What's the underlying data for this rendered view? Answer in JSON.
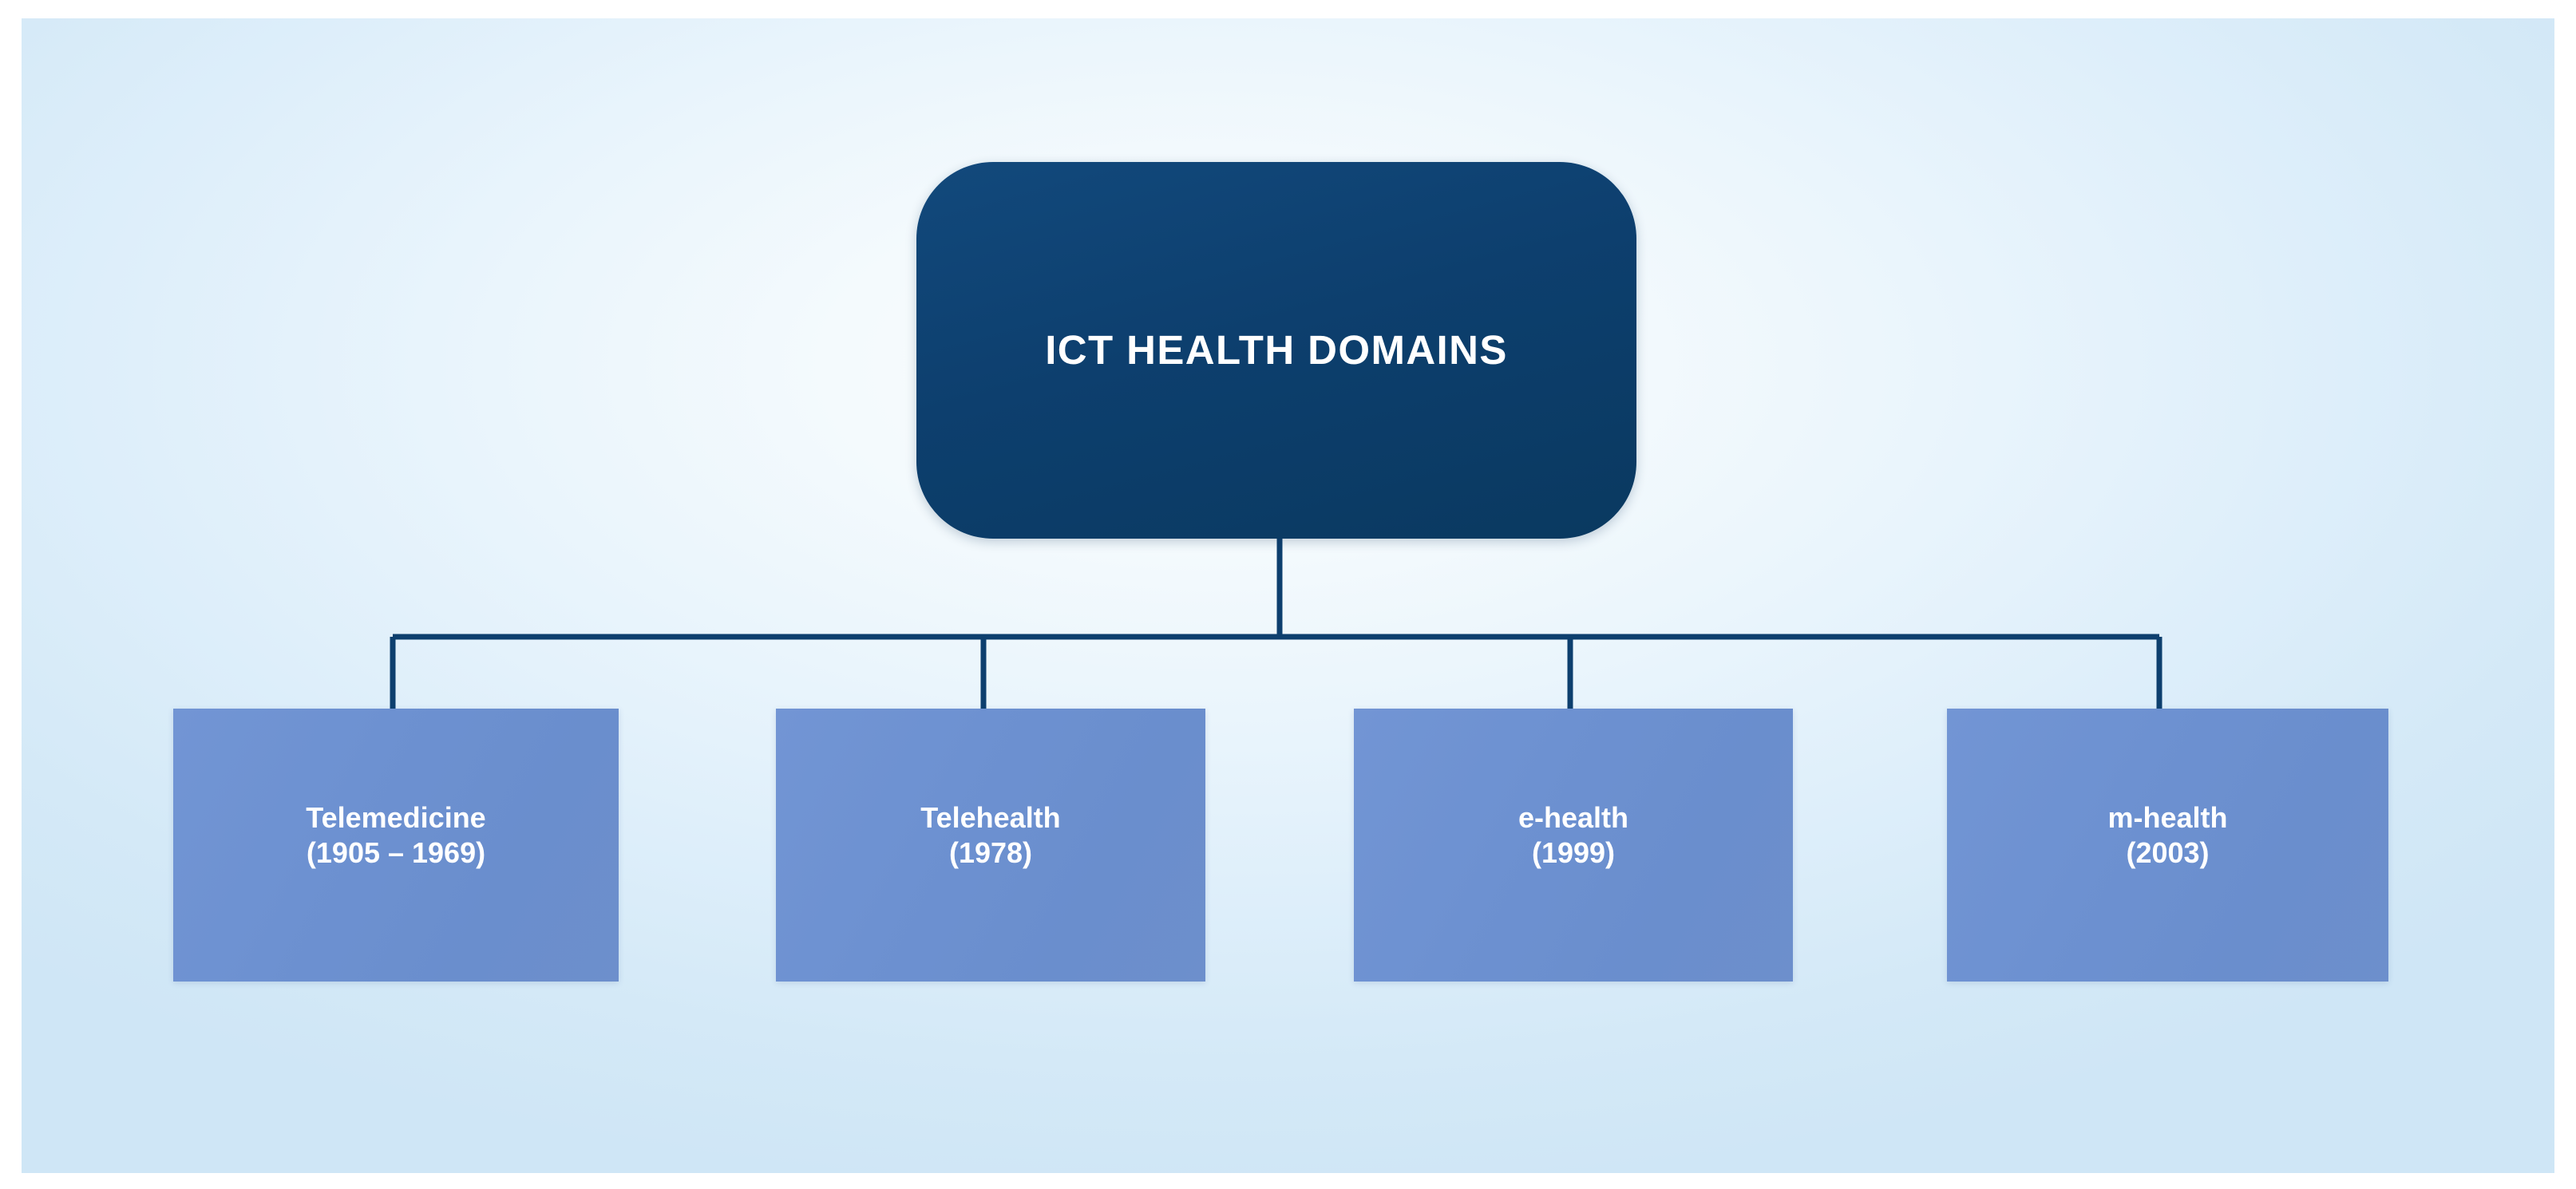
{
  "diagram": {
    "root": {
      "label": "ICT HEALTH DOMAINS"
    },
    "children": [
      {
        "title": "Telemedicine",
        "years": "(1905 – 1969)"
      },
      {
        "title": "Telehealth",
        "years": "(1978)"
      },
      {
        "title": "e-health",
        "years": "(1999)"
      },
      {
        "title": "m-health",
        "years": "(2003)"
      }
    ]
  },
  "colors": {
    "root_fill": "#0d3f6e",
    "child_fill": "#6d91d1",
    "connector_line": "#0d3f6e",
    "node_text": "#ffffff",
    "background_center": "#f6fbfd",
    "background_edge": "#d2e8f7"
  }
}
